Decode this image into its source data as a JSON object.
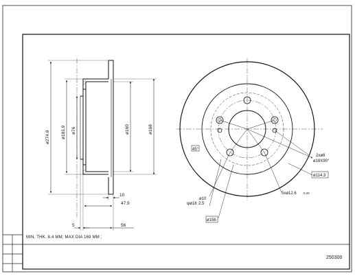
{
  "side_view": {
    "dim_outer_diameter": "ø274.8",
    "dim_hub_diameter": "ø181.9",
    "dim_center_bore_small": "ø76",
    "dim_hat_inner": "ø160",
    "dim_hat_outer": "ø168",
    "dim_disc_thickness": "10",
    "dim_hat_height": "47.9",
    "dim_flange_offset": "5",
    "dim_total_height": "56"
  },
  "front_view": {
    "dim_threaded_holes": "2xø8",
    "dim_thread_spec": "ø16X90°",
    "dim_pcd": "ø114.3",
    "dim_bolt_holes": "5xø12.6",
    "dim_bolt_holes_suffix": "0.20",
    "dim_center_hole": "ø10",
    "dim_counterbore": "ψø18",
    "dim_counterbore_depth": "2.5",
    "dim_center_bore": "ø156",
    "angle_label": "45°"
  },
  "notes": {
    "min_thickness_note": "MIN. THK. 8.4  MM;  MAX DIA 169  MM ;"
  },
  "title_block": {
    "part_number": "250300"
  }
}
